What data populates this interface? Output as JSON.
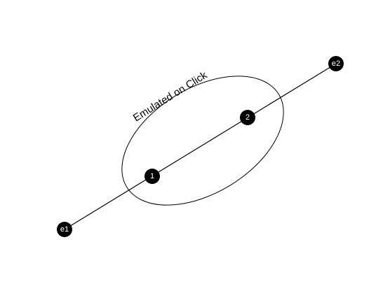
{
  "diagram": {
    "group": {
      "label": "Emulated on Click"
    },
    "nodes": {
      "e1": "e1",
      "n1": "1",
      "n2": "2",
      "e2": "e2"
    },
    "colors": {
      "node_fill": "#000000",
      "node_text": "#ffffff",
      "line": "#000000",
      "background": "#ffffff"
    }
  }
}
